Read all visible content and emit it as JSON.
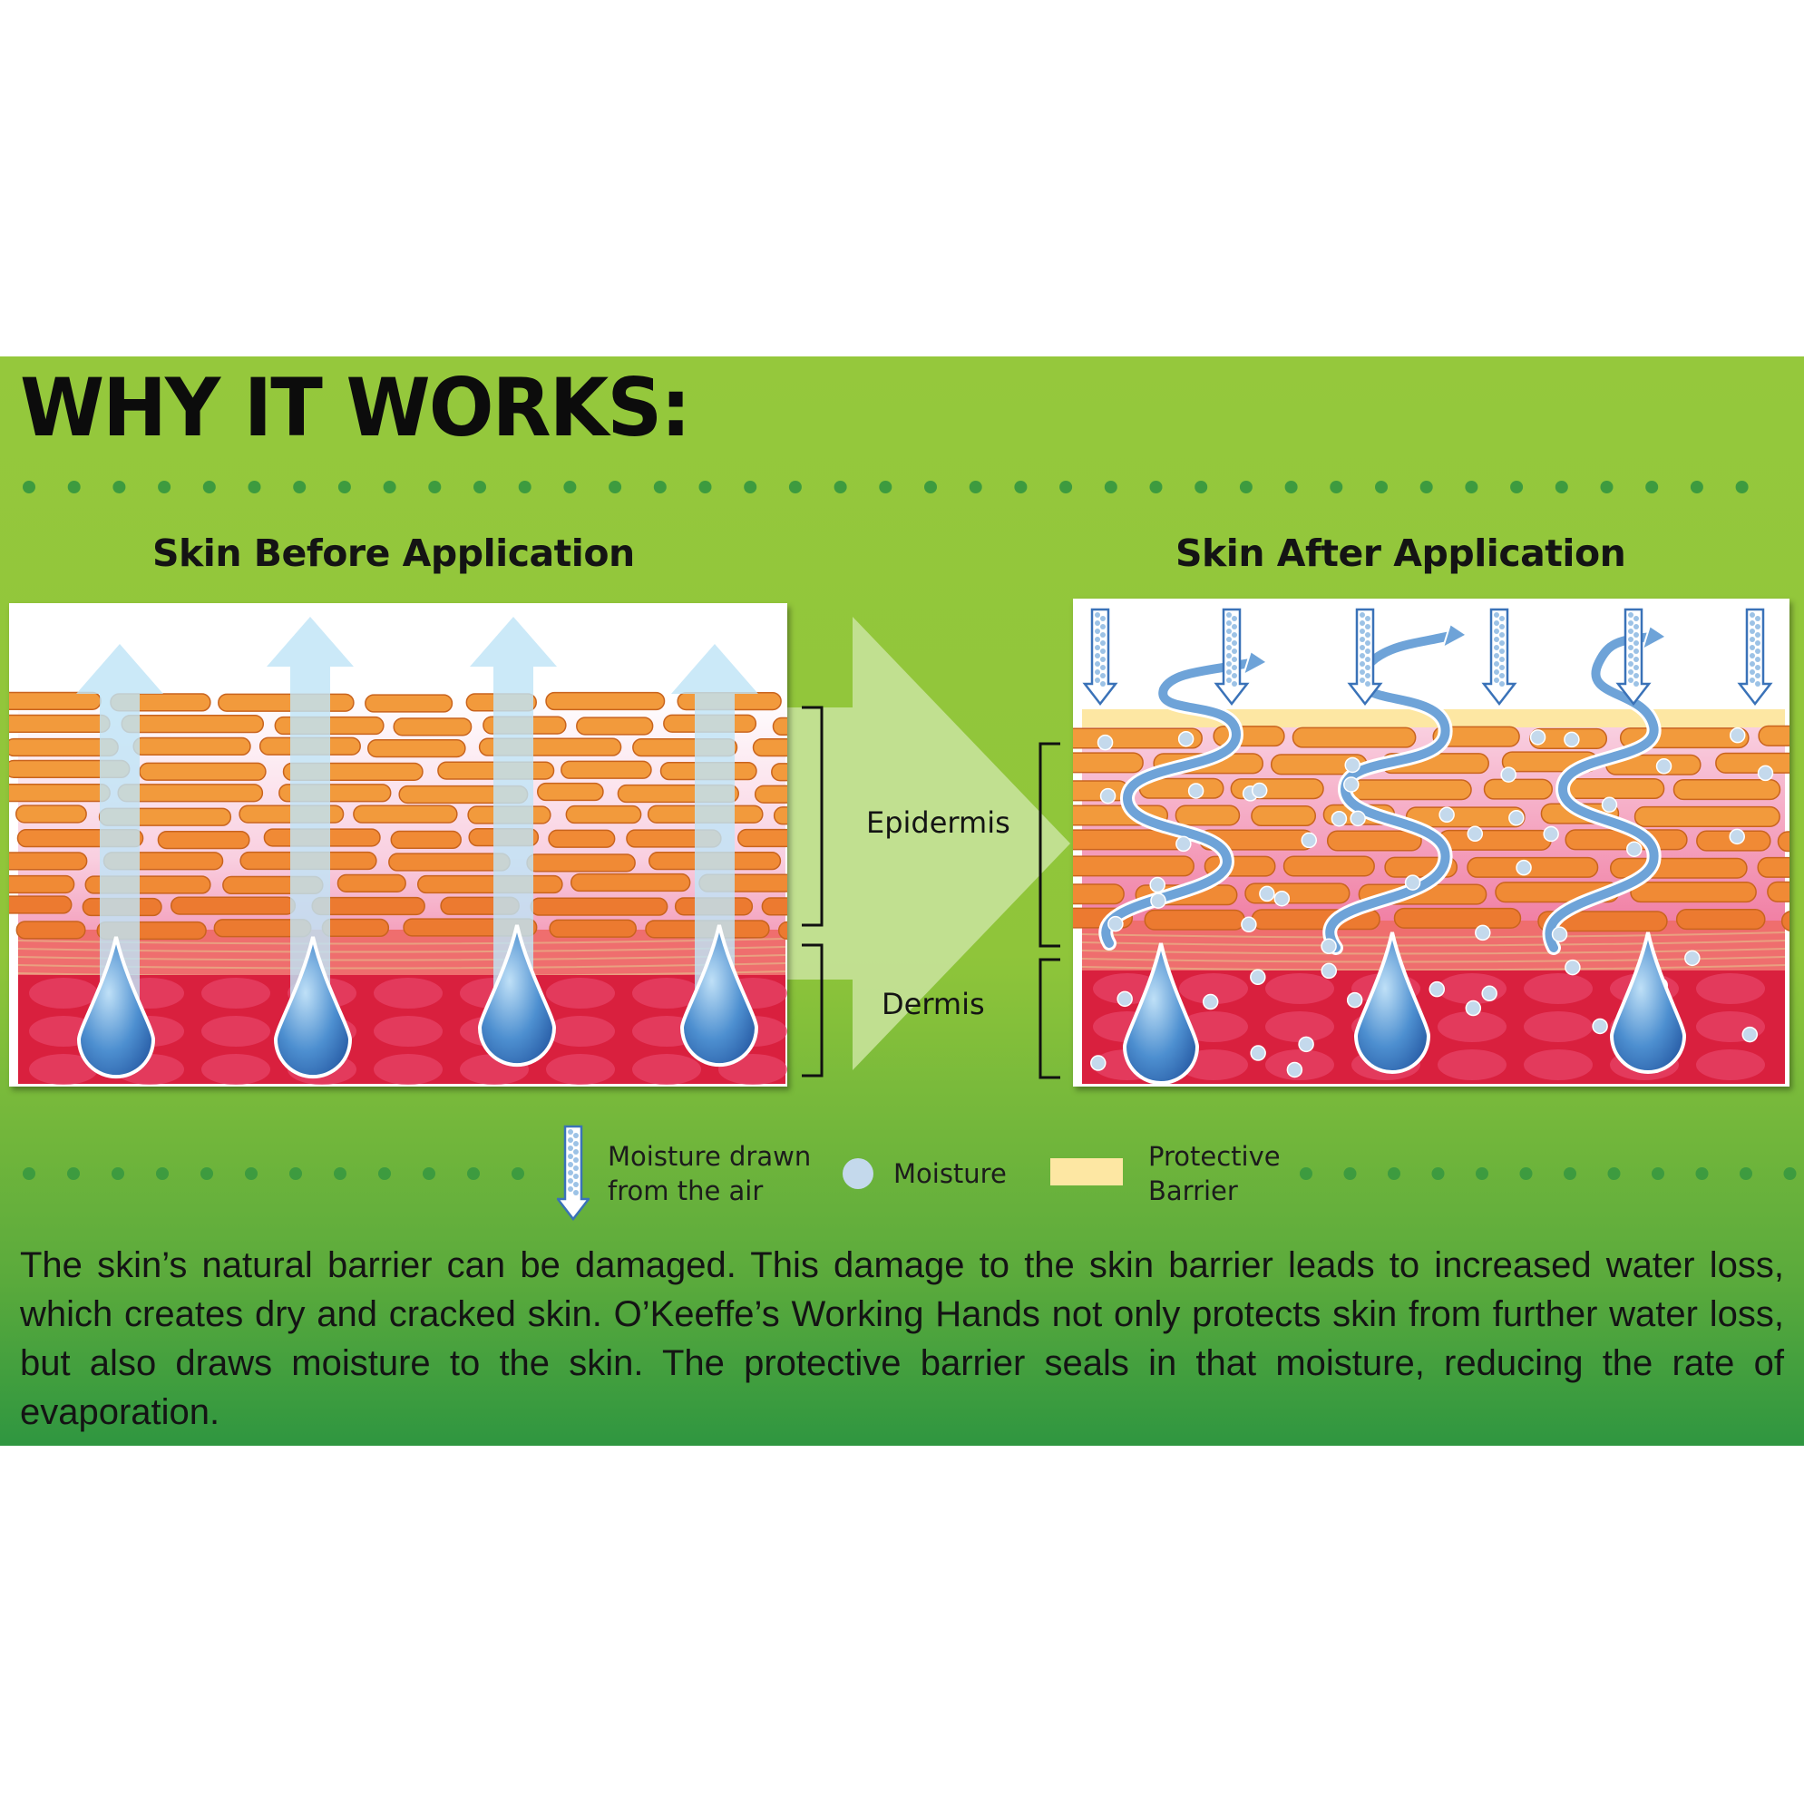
{
  "headline": "WHY IT WORKS:",
  "panels": {
    "before_title": "Skin Before Application",
    "after_title": "Skin After Application"
  },
  "layers": {
    "epidermis": "Epidermis",
    "dermis": "Dermis"
  },
  "legend": {
    "air_line1": "Moisture drawn",
    "air_line2": "from the air",
    "moisture": "Moisture",
    "barrier_line1": "Protective",
    "barrier_line2": "Barrier"
  },
  "description": "The skin’s natural barrier can be damaged. This damage to the skin barrier leads to increased water loss, which creates dry and cracked skin. O’Keeffe’s Working Hands not only protects skin from further water loss, but also draws moisture to the skin. The protective barrier seals in that moisture, reducing the rate of evaporation.",
  "colors": {
    "banner_green": "#8fc53a",
    "dot_green": "#3d9b3f",
    "skin_orange": "#f0923a",
    "dermis_red": "#d9203e",
    "droplet_blue": "#4d8fd0",
    "moisture_dot": "#c4d9ec",
    "barrier_yellow": "#fde7a3",
    "evaporation_arrow": "#bfe4f6"
  },
  "icons": {
    "down_arrow": "moisture-from-air-arrow-icon",
    "dot": "moisture-dot-icon",
    "barrier": "protective-barrier-swatch-icon",
    "drop": "water-droplet-icon"
  }
}
